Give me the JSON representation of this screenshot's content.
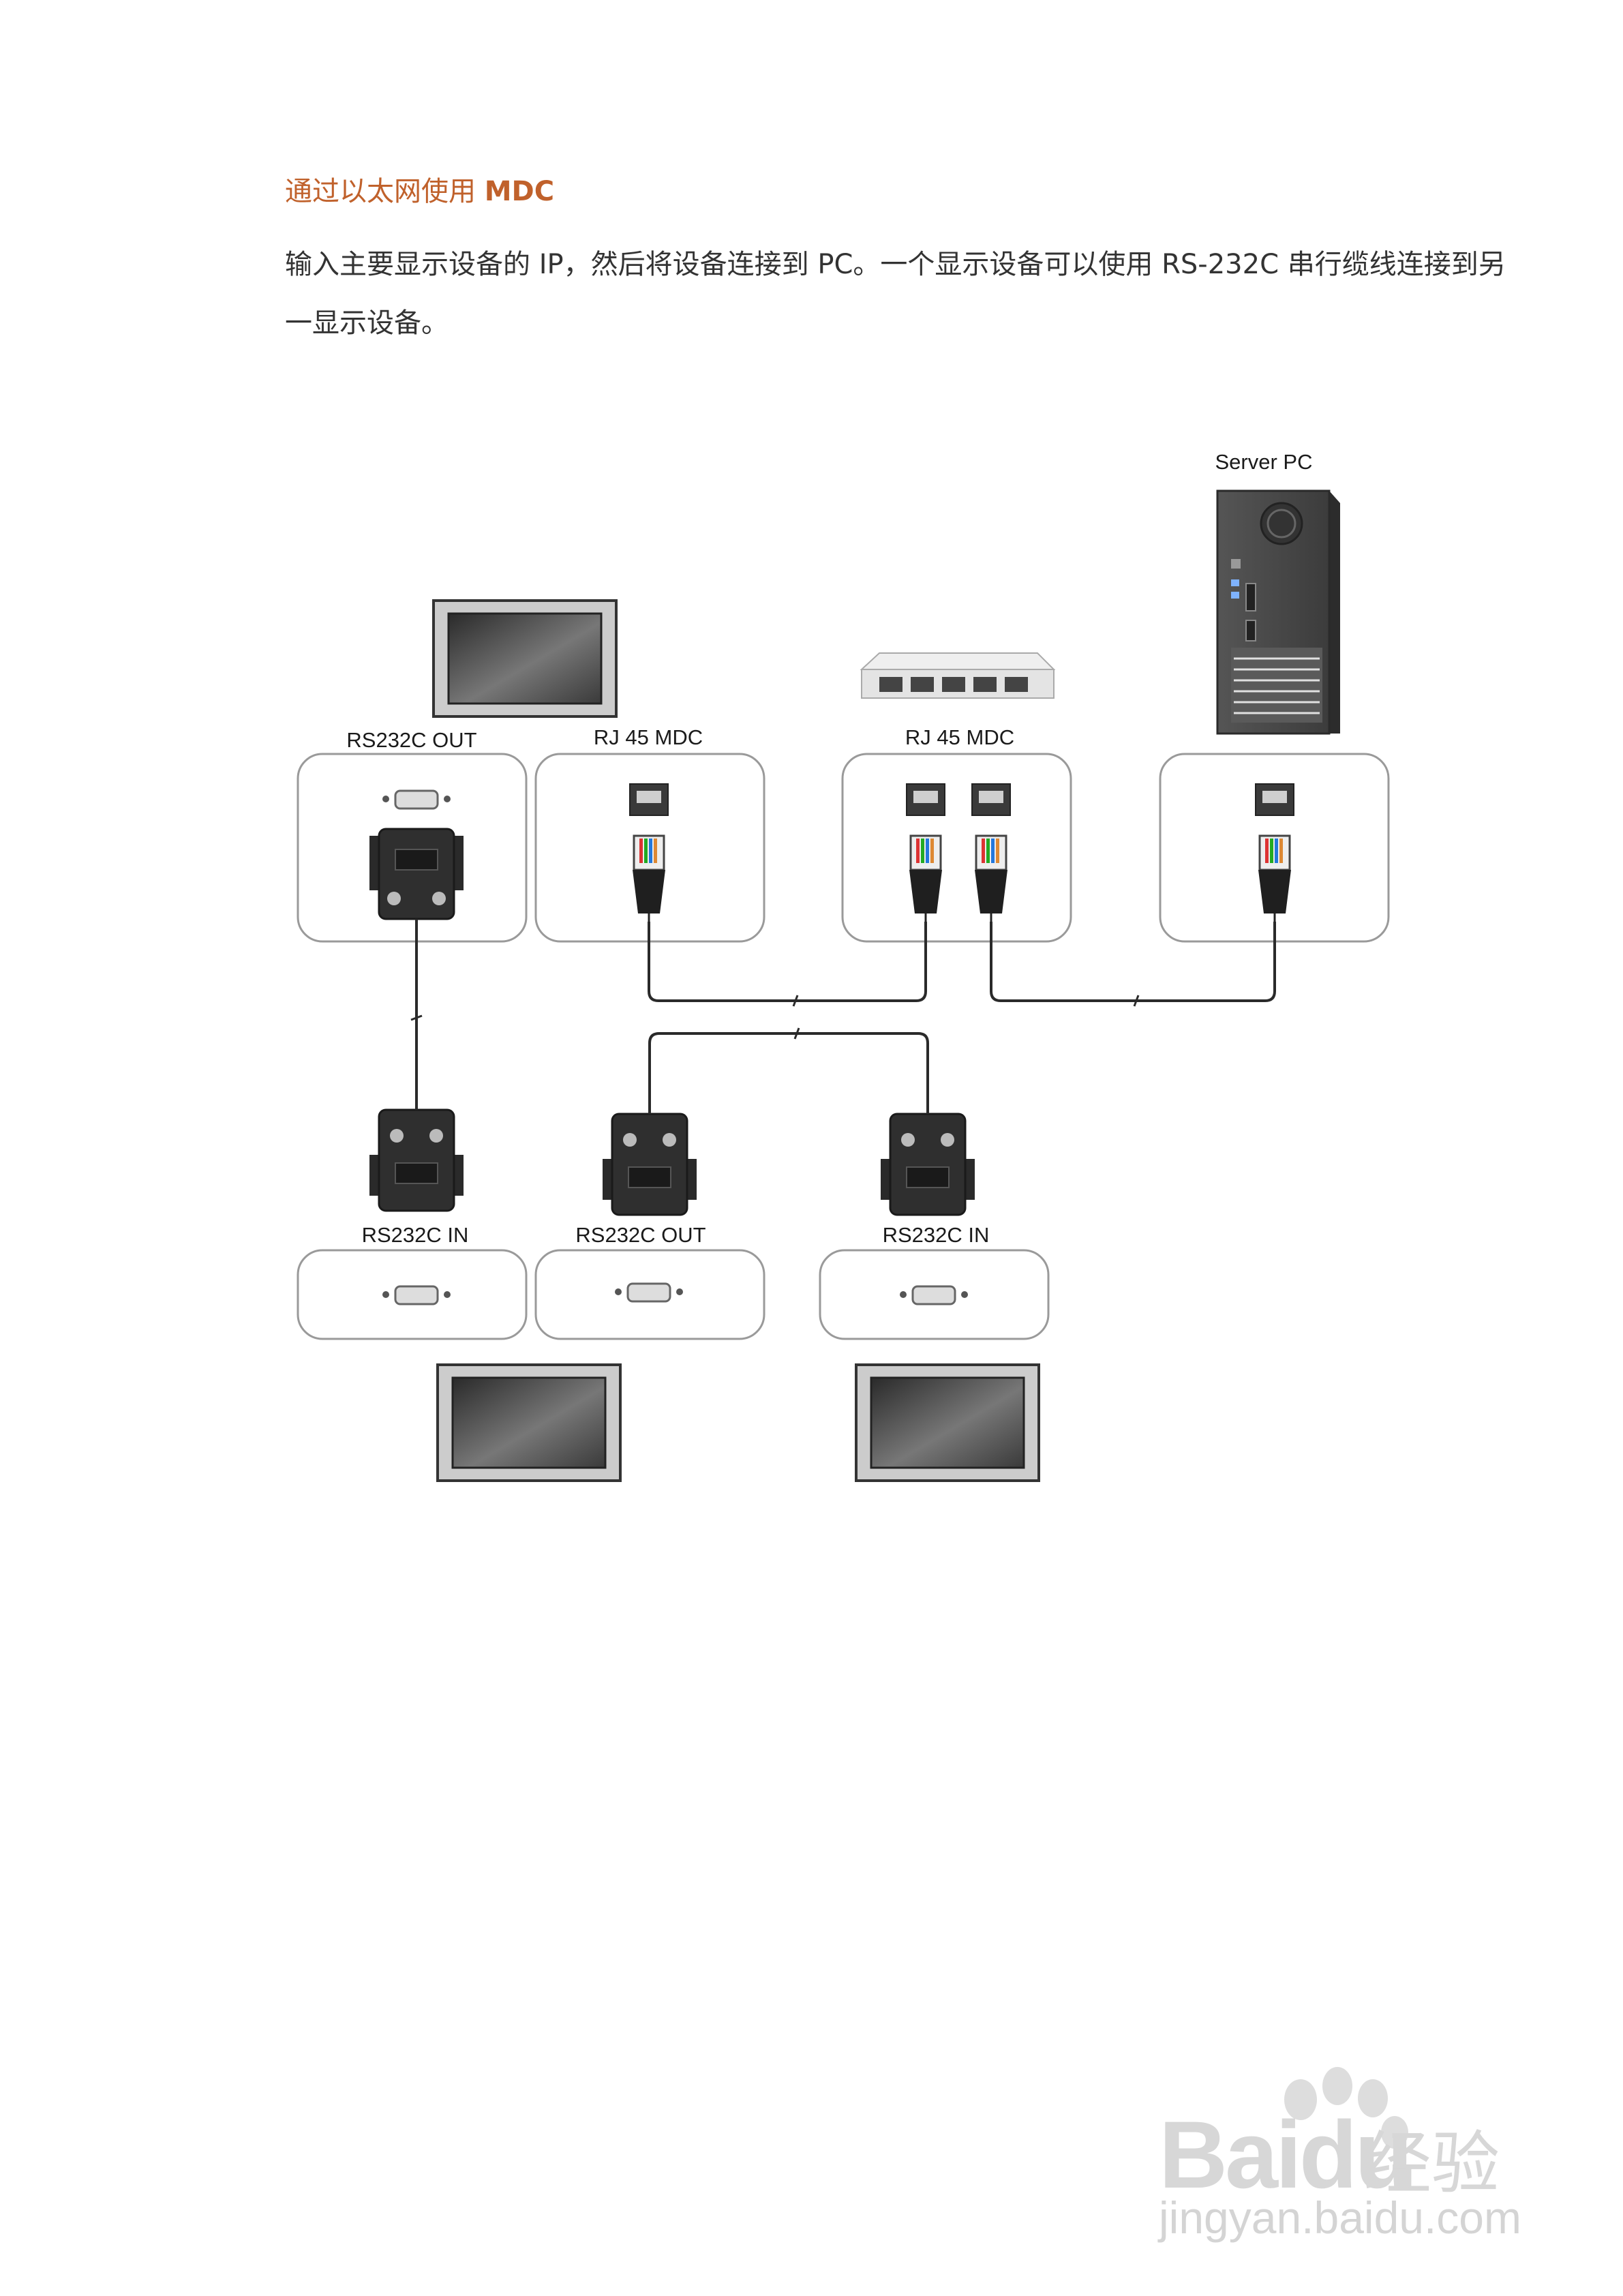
{
  "heading": {
    "prefix": "通过以太网使用 ",
    "bold": "MDC"
  },
  "paragraph": "输入主要显示设备的 IP，然后将设备连接到 PC。一个显示设备可以使用 RS-232C 串行缆线连接到另一显示设备。",
  "diagram": {
    "labels": {
      "server_pc": "Server PC",
      "rs232c_out_top": "RS232C OUT",
      "rj45_mdc_left": "RJ 45 MDC",
      "rj45_mdc_hub": "RJ 45 MDC",
      "rs232c_in_left": "RS232C IN",
      "rs232c_out_bottom": "RS232C OUT",
      "rs232c_in_right": "RS232C IN"
    }
  },
  "watermark": {
    "brand_latin": "Bai",
    "brand_du": "du",
    "brand_cn": "经验",
    "url": "jingyan.baidu.com"
  }
}
